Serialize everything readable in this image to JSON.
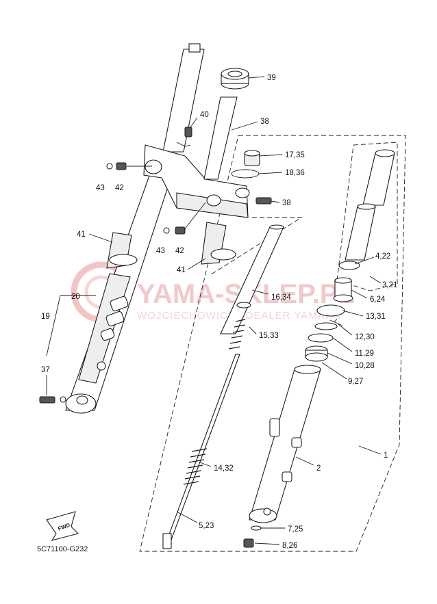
{
  "diagram": {
    "code": "5C71100-G232",
    "fwd_label": "FWD",
    "watermark": {
      "logo": "YAMA-SKLEP.PL",
      "subline": "WOJCIECHOWICZ / DEALER YAMAHA"
    },
    "callouts": [
      "39",
      "40",
      "38",
      "17,35",
      "18,36",
      "43",
      "42",
      "38",
      "41",
      "43",
      "42",
      "41",
      "16,34",
      "4,22",
      "3,21",
      "6,24",
      "13,31",
      "20",
      "19",
      "15,33",
      "12,30",
      "11,29",
      "10,28",
      "9,27",
      "37",
      "1",
      "2",
      "14,32",
      "5,23",
      "7,25",
      "8,26"
    ]
  }
}
